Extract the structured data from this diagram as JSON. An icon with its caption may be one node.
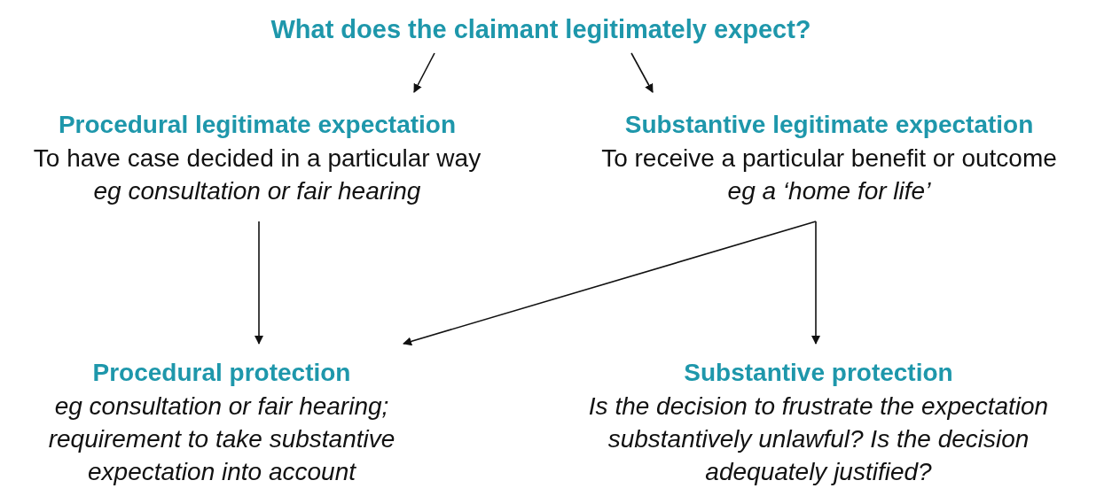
{
  "diagram": {
    "nodes": [
      {
        "text": [
          "What does the claimant legitimately expect?"
        ]
      },
      {
        "text": [
          "Procedural legitimate expectation",
          "To have case decided in a particular way",
          "eg consultation or fair hearing"
        ]
      },
      {
        "text": [
          "Substantive legitimate expectation",
          "To receive a particular benefit or outcome",
          "eg a ‘home for life’"
        ]
      },
      {
        "text": [
          "Procedural protection",
          "eg consultation or fair hearing; requirement to take substantive expectation into account"
        ]
      },
      {
        "text": [
          "Substantive protection",
          "Is the decision to frustrate the expectation substantively unlawful? Is the decision adequately justified?"
        ]
      }
    ],
    "edges": [
      {
        "from": 0,
        "to": 1,
        "arrow": "to"
      },
      {
        "from": 0,
        "to": 2,
        "arrow": "to"
      },
      {
        "from": 1,
        "to": 3,
        "arrow": "to"
      },
      {
        "from": 2,
        "to": 3,
        "arrow": "to"
      },
      {
        "from": 2,
        "to": 4,
        "arrow": "to"
      }
    ]
  }
}
